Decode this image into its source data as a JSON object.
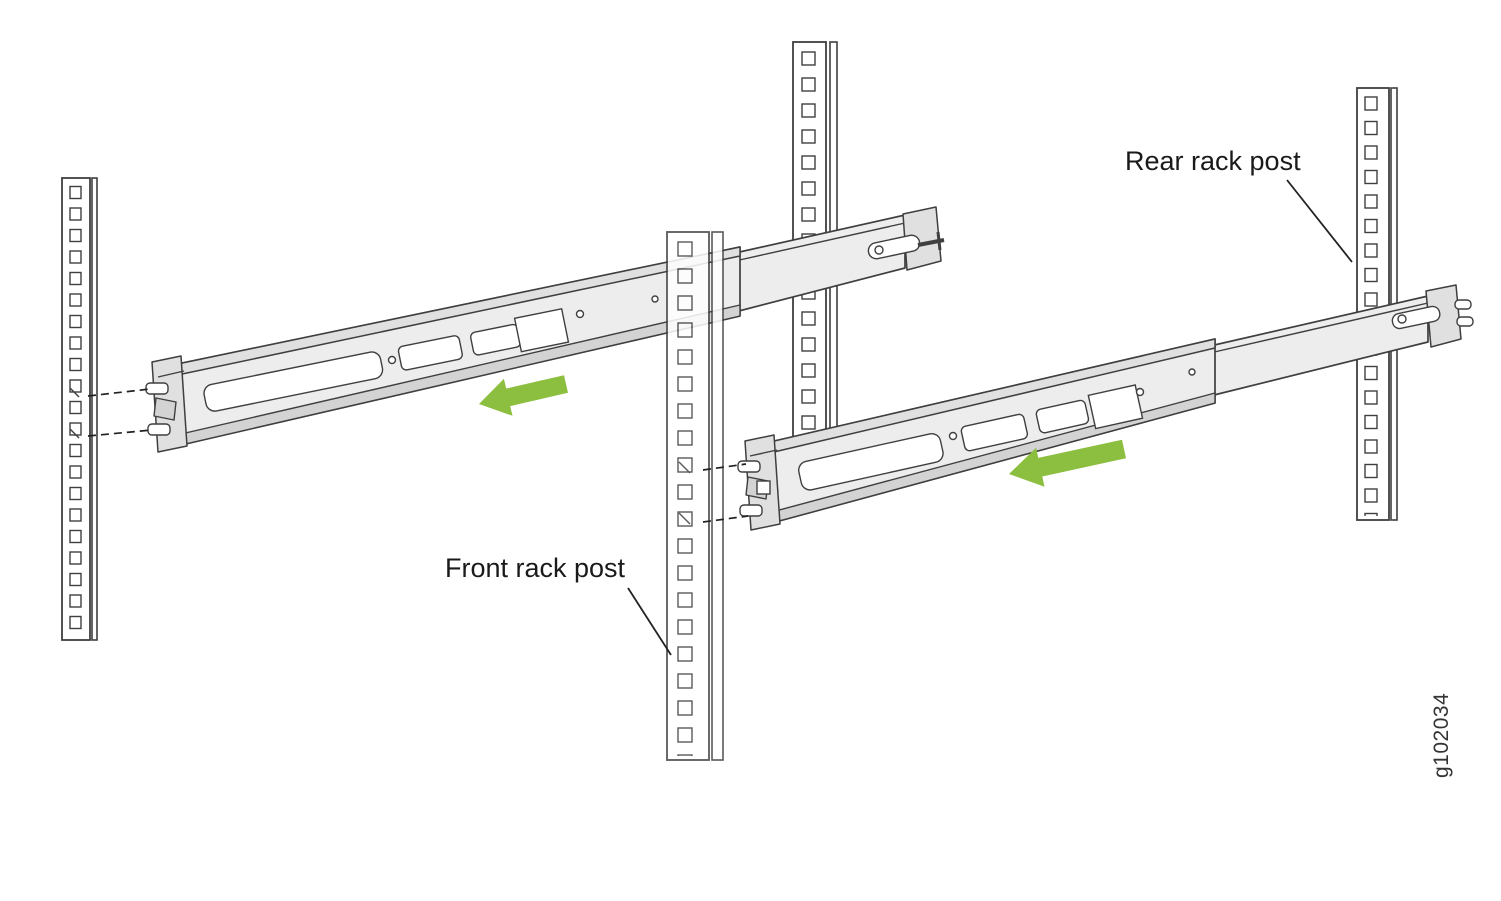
{
  "figure": {
    "labels": {
      "rear_rack_post": "Rear rack post",
      "front_rack_post": "Front rack post",
      "figure_id": "g102034"
    },
    "colors": {
      "arrow-green": "#8CBE3F",
      "outline": "#3F3F3F",
      "rail-fill": "#EDEDED",
      "rail-shade": "#E0E0E0",
      "rail-dark": "#D3D3D3",
      "label-text": "#1A1A1A",
      "background": "#FFFFFF"
    }
  }
}
